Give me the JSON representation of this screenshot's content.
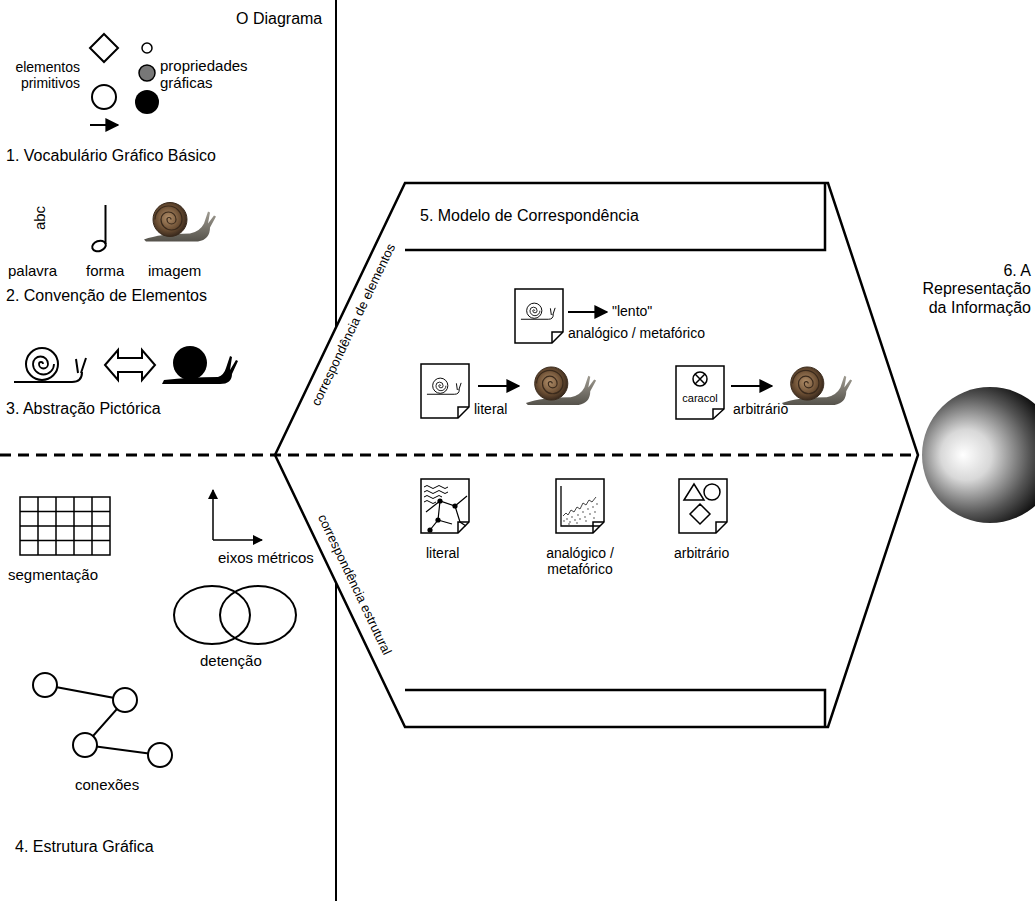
{
  "diagram": {
    "nodes": [
      {
        "text": [
          "O Diagrama"
        ]
      },
      {
        "text": [
          "5. Modelo de Correspondência",
          "correspondência de elementos",
          "correspondência estrutural"
        ]
      },
      {
        "text": [
          "caracol"
        ],
        "in": 1
      },
      {
        "text": [
          "6. A Representação da Informação"
        ]
      }
    ],
    "labels": [
      "elementos primitivos",
      "propriedades gráficas",
      "1. Vocabulário Gráfico Básico",
      "abc",
      "palavra",
      "forma",
      "imagem",
      "2. Convenção de Elementos",
      "3. Abstração Pictórica",
      "eixos métricos",
      "segmentação",
      "detenção",
      "conexões",
      "4. Estrutura Gráfica",
      "\"lento\"",
      "analógico / metafórico",
      "literal",
      "arbitrário",
      "literal",
      "analógico / metafórico",
      "arbitrário"
    ]
  }
}
